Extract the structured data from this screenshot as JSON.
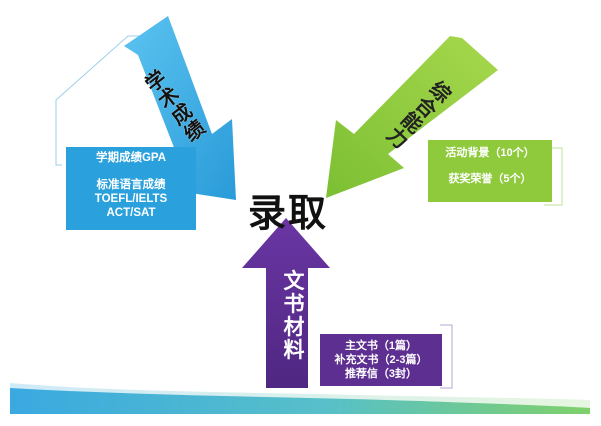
{
  "center": {
    "label": "录取"
  },
  "academic": {
    "arrow_label": "学术成绩",
    "lines": [
      "学期成绩GPA",
      "标准语言成绩",
      "TOEFL/IELTS",
      "ACT/SAT"
    ],
    "color": "#2aa0dc"
  },
  "ability": {
    "arrow_label": "综合能力",
    "lines": [
      "活动背景（10个）",
      "获奖荣誉（5个）"
    ],
    "color": "#8fca3d"
  },
  "documents": {
    "arrow_label": "文书材料",
    "lines": [
      "主文书（1篇）",
      "补充文书（2-3篇）",
      "推荐信（3封）"
    ],
    "color": "#5d2f91"
  }
}
